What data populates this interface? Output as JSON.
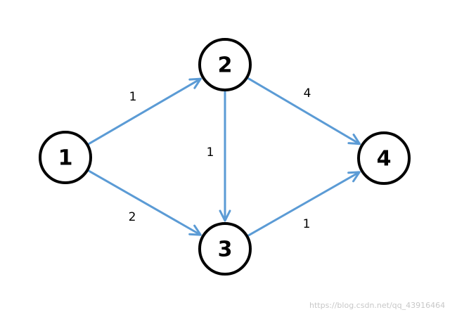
{
  "colors": {
    "edge": "#5b9bd5",
    "node_stroke": "#000000",
    "text": "#000000",
    "watermark": "#c8c8c8"
  },
  "nodes": [
    {
      "id": "1",
      "label": "1"
    },
    {
      "id": "2",
      "label": "2"
    },
    {
      "id": "3",
      "label": "3"
    },
    {
      "id": "4",
      "label": "4"
    }
  ],
  "edges": [
    {
      "from": "1",
      "to": "2",
      "weight": "1"
    },
    {
      "from": "1",
      "to": "3",
      "weight": "2"
    },
    {
      "from": "2",
      "to": "3",
      "weight": "1"
    },
    {
      "from": "2",
      "to": "4",
      "weight": "4"
    },
    {
      "from": "3",
      "to": "4",
      "weight": "1"
    }
  ],
  "watermark": "https://blog.csdn.net/qq_43916464"
}
